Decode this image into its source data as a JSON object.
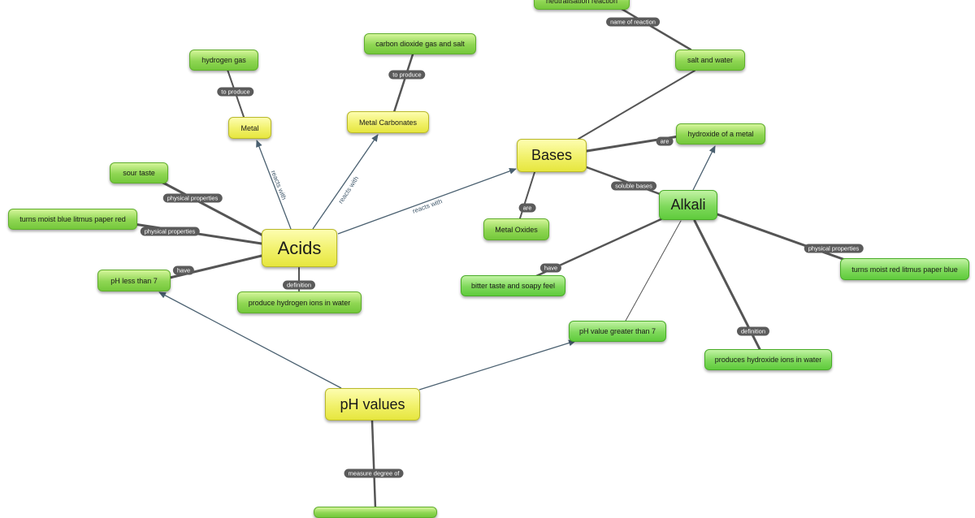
{
  "nodes": {
    "neutralisation": {
      "label": "neutralisation reaction"
    },
    "salt_water": {
      "label": "salt and water"
    },
    "carbon_dioxide": {
      "label": "carbon dioxide gas and salt"
    },
    "hydrogen_gas": {
      "label": "hydrogen gas"
    },
    "metal": {
      "label": "Metal"
    },
    "metal_carbonates": {
      "label": "Metal Carbonates"
    },
    "bases": {
      "label": "Bases"
    },
    "hydroxide_metal": {
      "label": "hydroxide of a metal"
    },
    "sour_taste": {
      "label": "sour taste"
    },
    "litmus_blue_red": {
      "label": "turns moist blue litmus paper red"
    },
    "acids": {
      "label": "Acids"
    },
    "alkali": {
      "label": "Alkali"
    },
    "metal_oxides": {
      "label": "Metal Oxides"
    },
    "litmus_red_blue": {
      "label": "turns moist red litmus paper blue"
    },
    "ph_less_7": {
      "label": "pH less than 7"
    },
    "hydrogen_ions": {
      "label": "produce hydrogen ions in water"
    },
    "bitter_soapy": {
      "label": "bitter taste and soapy feel"
    },
    "ph_greater_7": {
      "label": "pH value greater than 7"
    },
    "hydroxide_ions": {
      "label": "produces hydroxide ions in water"
    },
    "ph_values": {
      "label": "pH values"
    },
    "acidity_alkalinity": {
      "label": ""
    }
  },
  "edges": {
    "name_of_reaction": {
      "label": "name of reaction"
    },
    "to_produce_1": {
      "label": "to produce"
    },
    "to_produce_2": {
      "label": "to produce"
    },
    "reacts_with_1": {
      "label": "reacts with"
    },
    "reacts_with_2": {
      "label": "reacts with"
    },
    "reacts_with_3": {
      "label": "reacts with"
    },
    "are_1": {
      "label": "are"
    },
    "are_2": {
      "label": "are"
    },
    "soluble_bases": {
      "label": "soluble bases"
    },
    "physical_properties_1": {
      "label": "physical properties"
    },
    "physical_properties_2": {
      "label": "physical properties"
    },
    "physical_properties_3": {
      "label": "physical properties"
    },
    "have_1": {
      "label": "have"
    },
    "have_2": {
      "label": "have"
    },
    "definition_1": {
      "label": "definition"
    },
    "definition_2": {
      "label": "definition"
    },
    "measure_degree_of": {
      "label": "measure degree of"
    }
  },
  "colors": {
    "green_node": "#8fd653",
    "yellow_node": "#f1f16a",
    "edge": "#555555",
    "arrow_edge": "#4a6070",
    "label_bg": "#5b5b5b"
  }
}
